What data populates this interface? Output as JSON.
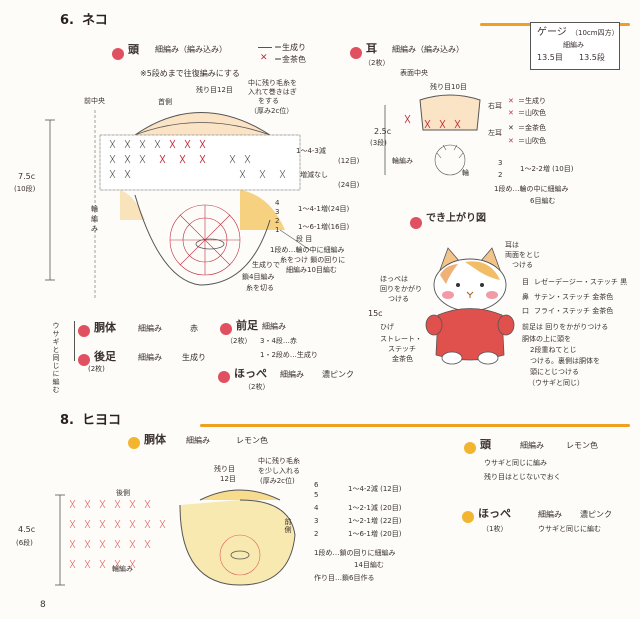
{
  "section6": {
    "number": "6.",
    "title": "ネコ",
    "head": {
      "label": "頭",
      "desc": "細編み（編み込み）",
      "legend1": "＝生成り",
      "legend2": "＝金茶色",
      "note": "※5段めまで往復編みにする",
      "front_center": "前中央",
      "neck": "首側",
      "remain": "残り目12目",
      "stuff": "中に残り毛糸を",
      "stuff2": "入れて巻きはぎ",
      "stuff3": "をする",
      "stuff4": "（厚み2c位）",
      "rows1": "1〜4-3減",
      "rows1b": "(12目)",
      "rows2": "増減なし",
      "rows2b": "(24目)",
      "rows3": "1〜4-1増(24目)",
      "rows4": "1〜6-1増(16目)",
      "rowhead": "段 目",
      "round1": "1段め…輪の中に細編み",
      "r2": "糸をつけ 鎖の回りに",
      "r3": "細編み10目編む",
      "r4": "生成りで",
      "r5": "鎖4目編み",
      "r6": "糸を切る",
      "ring": "輪",
      "ring2": "編",
      "ring3": "み",
      "height": "7.5c",
      "height2": "(10段)",
      "nums": [
        "4",
        "3",
        "2",
        "1"
      ]
    },
    "ear": {
      "label": "耳",
      "count": "（2枚）",
      "desc": "細編み（編み込み）",
      "surface": "表面中央",
      "remain": "残り目10目",
      "height": "2.5c",
      "height2": "(3段)",
      "right": "右耳",
      "left": "左耳",
      "legend_r1": "＝生成り",
      "legend_r2": "＝山吹色",
      "legend_l1": "＝金茶色",
      "legend_l2": "＝山吹色",
      "rows": "1〜2-2増 (10目)",
      "r1": "1段め…輪の中に細編み",
      "r2": "6目編む",
      "ring": "輪編み",
      "ring2": "輪",
      "nums": [
        "3",
        "2"
      ]
    },
    "gauge": {
      "title": "ゲージ",
      "unit": "（10cm四方）",
      "sub": "細編み",
      "v1": "13.5目",
      "v2": "13.5段"
    },
    "finished": {
      "title": "でき上がり図",
      "ear_note": "耳は",
      "ear_note2": "両面をとじ",
      "ear_note3": "つける",
      "eye": "目",
      "eye_d": "レゼーデージー・ステッチ 黒",
      "nose": "鼻",
      "nose_d": "サテン・ステッチ 金茶色",
      "mouth": "口",
      "mouth_d": "フライ・ステッチ 金茶色",
      "cheek": "ほっぺは",
      "cheek2": "回りをかがり",
      "cheek3": "つける",
      "whisker": "ひげ",
      "whisker2": "ストレート・",
      "whisker3": "ステッチ",
      "whisker4": "金茶色",
      "leg1": "前足は 回りをかがりつける",
      "leg2": "胴体の上に頭を",
      "leg3": "2段重ねてとじ",
      "leg4": "つける。裏側は胴体を",
      "leg5": "頭にとじつける",
      "leg6": "（ウサギと同じ）",
      "height": "15c"
    },
    "body": {
      "label": "胴体",
      "desc": "細編み",
      "color": "赤",
      "hind": "後足",
      "hind_count": "(2枚)",
      "hind_desc": "細編み",
      "hind_color": "生成り",
      "same": "ウサギと同じに編む",
      "fore": "前足",
      "fore_desc": "細編み",
      "fore_count": "（2枚）",
      "fore_r1": "3・4段…赤",
      "fore_r2": "1・2段め…生成り",
      "cheek": "ほっぺ",
      "cheek_desc": "細編み",
      "cheek_color": "濃ピンク",
      "cheek_count": "（2枚）"
    }
  },
  "section8": {
    "number": "8.",
    "title": "ヒヨコ",
    "body": {
      "label": "胴体",
      "desc": "細編み",
      "color": "レモン色",
      "back": "後側",
      "front": "前側",
      "remain": "残り目",
      "remain2": "12目",
      "stuff": "中に残り毛糸",
      "stuff2": "を少し入れる",
      "stuff3": "(厚み2c位)",
      "rows1": "1〜4-2減 (12目)",
      "rows2": "1〜2-1減 (20目)",
      "rows3": "1〜2-1増 (22目)",
      "rows4": "1〜6-1増 (20目)",
      "round1": "1段め…鎖の回りに細編み",
      "round2": "14目編む",
      "round3": "作り目…鎖6目作る",
      "ring": "輪編み",
      "height": "4.5c",
      "height2": "(6段)",
      "nums": [
        "6",
        "5",
        "4",
        "3",
        "2"
      ]
    },
    "head": {
      "label": "頭",
      "desc": "細編み",
      "color": "レモン色",
      "note": "ウサギと同じに編み",
      "note2": "残り目はとじないでおく"
    },
    "cheek": {
      "label": "ほっぺ",
      "desc": "細編み",
      "color": "濃ピンク",
      "count": "（1枚）",
      "note": "ウサギと同じに編む"
    }
  },
  "page_number": "8"
}
